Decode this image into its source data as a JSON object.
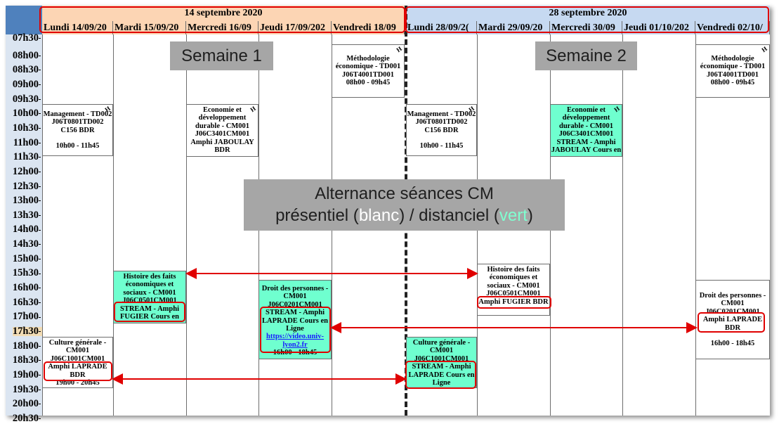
{
  "weeks": [
    {
      "title": "14 septembre 2020",
      "color": "#fcd5b4"
    },
    {
      "title": "28 septembre 2020",
      "color": "#c6d9f1"
    }
  ],
  "days": [
    "Lundi 14/09/20",
    "Mardi 15/09/20",
    "Mercredi 16/09",
    "Jeudi 17/09/202",
    "Vendredi 18/09",
    "Lundi 28/09/2(",
    "Mardi 29/09/20",
    "Mercredi 30/09",
    "Jeudi 01/10/202",
    "Vendredi 02/10/"
  ],
  "times": [
    "07h30",
    "08h00",
    "08h30",
    "09h00",
    "09h30",
    "10h00",
    "10h30",
    "11h00",
    "11h30",
    "12h00",
    "12h30",
    "13h00",
    "13h30",
    "14h00",
    "14h30",
    "15h00",
    "15h30",
    "16h00",
    "16h30",
    "17h00",
    "17h30",
    "18h00",
    "18h30",
    "19h00",
    "19h30",
    "20h00",
    "20h30"
  ],
  "highlight_time": "17h30",
  "banners": {
    "week1": "Semaine 1",
    "week2": "Semaine 2",
    "alternance_line1": "Alternance séances CM",
    "alternance_line2_a": "présentiel (",
    "alternance_white": "blanc",
    "alternance_line2_b": ") / distanciel (",
    "alternance_green": "vert",
    "alternance_line2_c": ")"
  },
  "events": {
    "methodo1": {
      "l1": "Méthodologie",
      "l2": "économique - TD001",
      "l3": "J06T4001TD001",
      "l4": "08h00 - 09h45",
      "h": "H"
    },
    "mgmt1": {
      "l1": "Management - TD002",
      "l2": "J06T0801TD002",
      "l3": "C156 BDR",
      "l4": "",
      "l5": "10h00 - 11h45",
      "h": "H"
    },
    "eco1": {
      "l1": "Economie et",
      "l2": "développement",
      "l3": "durable - CM001",
      "l4": "J06C3401CM001",
      "l5": "Amphi JABOULAY",
      "l6": "BDR",
      "h": "H"
    },
    "hist1": {
      "l1": "Histoire des faits",
      "l2": "économiques et",
      "l3": "sociaux - CM001",
      "l4": "J06C0501CM001",
      "l5": "STREAM - Amphi",
      "l6": "FUGIER Cours en"
    },
    "droit1": {
      "l1": "Droit des personnes -",
      "l2": "CM001",
      "l3": "J06C0201CM001",
      "l4": "STREAM - Amphi",
      "l5": "LAPRADE Cours en",
      "l6": "Ligne",
      "link1": "https://video.univ-",
      "link2": "lyon2.fr",
      "l7": "16h00 - 18h45"
    },
    "culture1": {
      "l1": "Culture générale -",
      "l2": "CM001",
      "l3": "J06C1001CM001",
      "l4": "Amphi LAPRADE",
      "l5": "BDR",
      "l6": "19h00 - 20h45"
    },
    "mgmt2": {
      "l1": "Management - TD002",
      "l2": "J06T0801TD002",
      "l3": "C156 BDR",
      "l4": "",
      "l5": "10h00 - 11h45",
      "h": "H"
    },
    "eco2": {
      "l1": "Economie et",
      "l2": "développement",
      "l3": "durable - CM001",
      "l4": "J06C3401CM001",
      "l5": "STREAM - Amphi",
      "l6": "JABOULAY Cours en",
      "h": "H"
    },
    "hist2": {
      "l1": "Histoire des faits",
      "l2": "économiques et",
      "l3": "sociaux - CM001",
      "l4": "J06C0501CM001",
      "l5": "Amphi FUGIER BDR"
    },
    "culture2": {
      "l1": "Culture générale -",
      "l2": "CM001",
      "l3": "J06C1001CM001",
      "l4": "STREAM - Amphi",
      "l5": "LAPRADE Cours en",
      "l6": "Ligne"
    },
    "methodo2": {
      "l1": "Méthodologie",
      "l2": "économique - TD001",
      "l3": "J06T4001TD001",
      "l4": "08h00 - 09h45",
      "h": "H"
    },
    "droit2": {
      "l1": "Droit des personnes -",
      "l2": "CM001",
      "l3": "J06C0201CM001",
      "l4": "Amphi LAPRADE",
      "l5": "BDR",
      "l6": "",
      "l7": "16h00 - 18h45"
    }
  },
  "colors": {
    "green_event": "#6fffcf",
    "annotation_red": "#e00000",
    "banner_gray": "#a6a6a6",
    "time_bg": "#dbe5f1"
  }
}
